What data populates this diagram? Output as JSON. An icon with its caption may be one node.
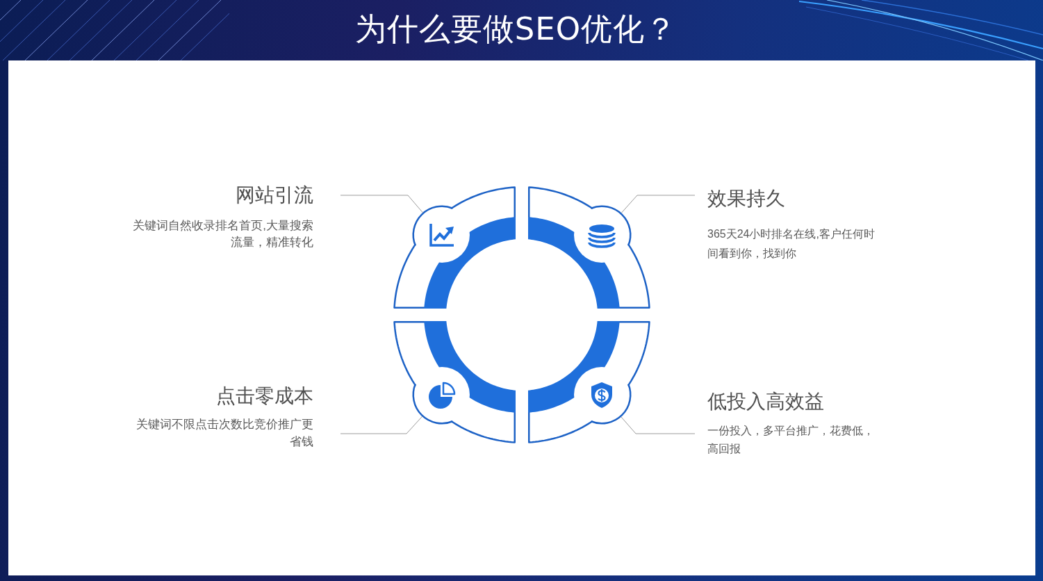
{
  "diagram": {
    "title": "为什么要做SEO优化？",
    "nodes": [
      {
        "text": [
          "网站引流",
          "关键词自然收录排名首页,大量搜索流量，精准转化"
        ]
      },
      {
        "text": [],
        "shape": "arc"
      },
      {
        "text": [],
        "shape": "arc"
      },
      {
        "text": [
          "效果持久",
          "365天24小时排名在线,客户任何时间看到你，找到你"
        ]
      },
      {
        "text": [
          "点击零成本",
          "关键词不限点击次数比竞价推广更省钱"
        ]
      },
      {
        "text": [],
        "shape": "arc"
      },
      {
        "text": [],
        "shape": "arc"
      },
      {
        "text": [
          "低投入高效益",
          "一份投入，多平台推广，花费低，高回报"
        ]
      }
    ],
    "edges": [
      {
        "from": 0,
        "to": 1,
        "arrow": "none"
      },
      {
        "from": 3,
        "to": 2,
        "arrow": "none"
      },
      {
        "from": 4,
        "to": 5,
        "arrow": "none"
      },
      {
        "from": 7,
        "to": 6,
        "arrow": "none"
      }
    ]
  }
}
